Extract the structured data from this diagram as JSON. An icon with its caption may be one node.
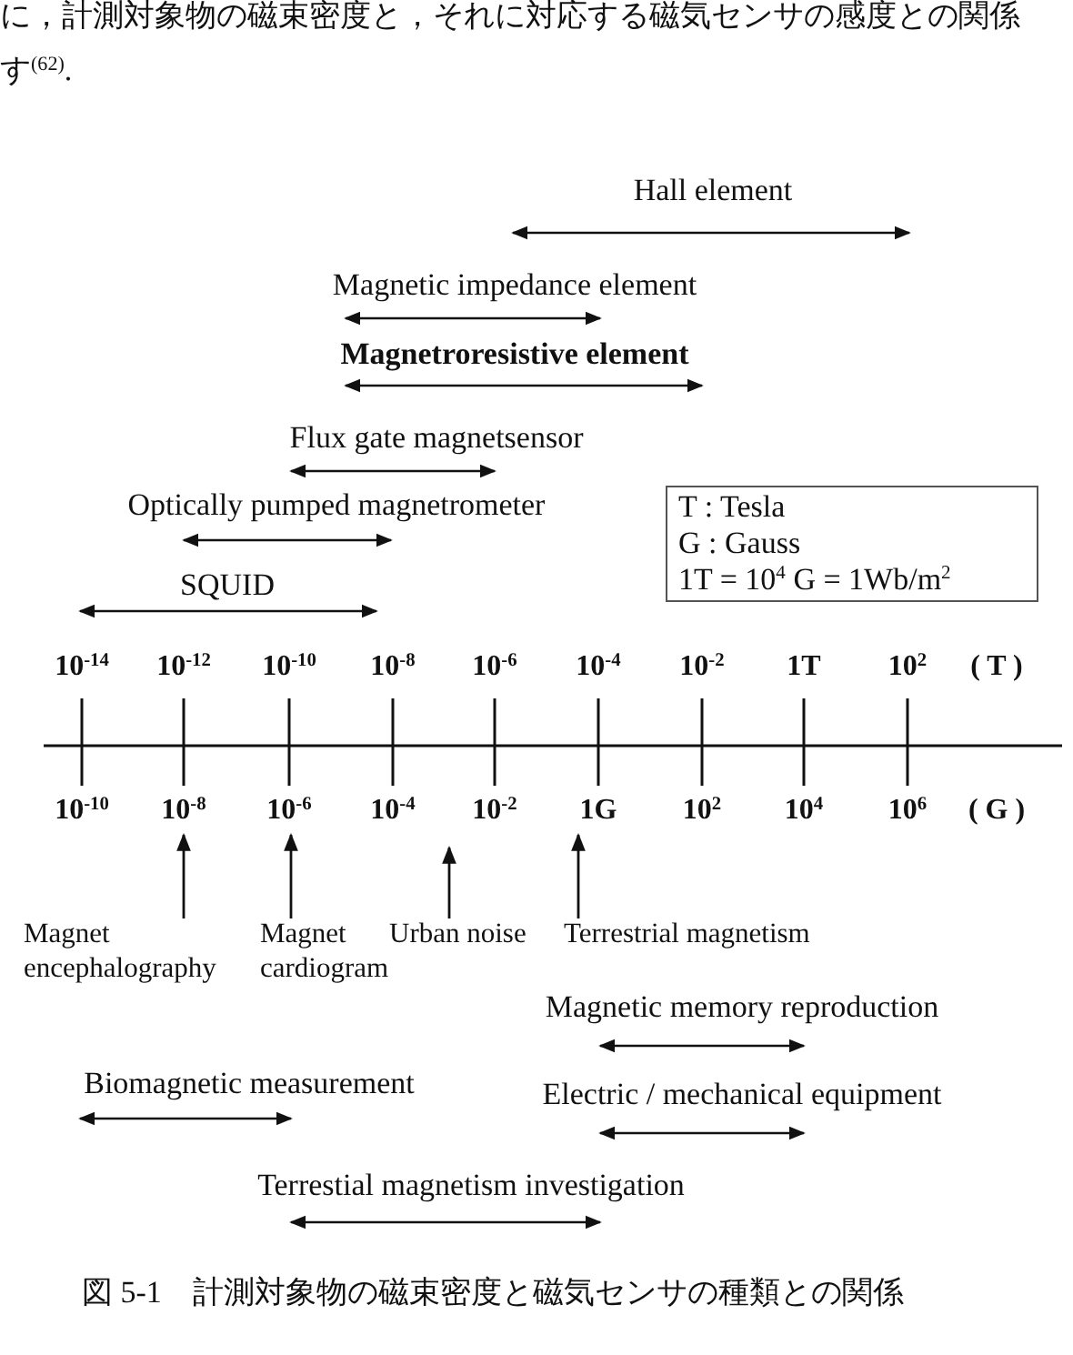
{
  "diagram": {
    "caption": "図 5-1　計測対象物の磁束密度と磁気センサの種類との関係",
    "nodes": [
      {
        "text": [
          "T : Tesla",
          "G : Gauss",
          "1T = 10$^{4}$ G = 1Wb/m$^{2}$"
        ]
      },
      {
        "text": [
          "Magnet encephalography"
        ]
      },
      {
        "text": [
          "Magnet cardiogram"
        ]
      },
      {
        "text": [
          "Urban noise"
        ]
      },
      {
        "text": [
          "Terrestrial magnetism"
        ]
      },
      {
        "text": [
          "10$^{-8}$"
        ]
      },
      {
        "text": [
          "10$^{-6}$"
        ]
      },
      {
        "text": [
          "1G"
        ]
      }
    ],
    "edges": [
      {
        "from": 1,
        "to": 5,
        "arrow": "to"
      },
      {
        "from": 2,
        "to": 6,
        "arrow": "to"
      },
      {
        "from": 3,
        "to": null,
        "arrow": "to"
      },
      {
        "from": 4,
        "to": 7,
        "arrow": "to"
      }
    ],
    "labels": [
      "に，計測対象物の磁束密度と，それに対応する磁気センサの感度との関係",
      "す$^{(62)}$.",
      "Hall element",
      "Magnetic impedance element",
      "Magnetroresistive element",
      "Flux gate magnetsensor",
      "Optically pumped magnetrometer",
      "SQUID",
      "10$^{-14}$",
      "10$^{-12}$",
      "10$^{-10}$",
      "10$^{-8}$",
      "10$^{-6}$",
      "10$^{-4}$",
      "10$^{-2}$",
      "1T",
      "10$^{2}$",
      "( T )",
      "10$^{-10}$",
      "10$^{-4}$",
      "10$^{-2}$",
      "10$^{2}$",
      "10$^{4}$",
      "10$^{6}$",
      "( G )",
      "Magnetic memory reproduction",
      "Biomagnetic measurement",
      "Electric / mechanical equipment",
      "Terrestial magnetism investigation"
    ]
  }
}
